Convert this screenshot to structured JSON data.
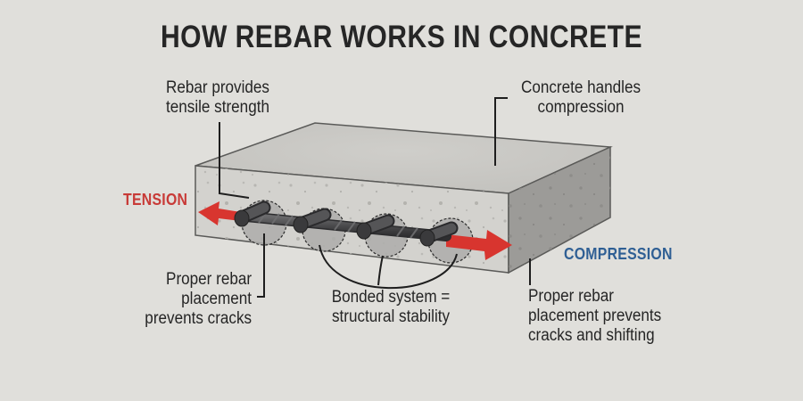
{
  "title": "HOW REBAR WORKS IN CONCRETE",
  "labels": {
    "rebar_tensile": [
      "Rebar provides",
      "tensile strength"
    ],
    "concrete_compression": [
      "Concrete handles",
      "compression"
    ],
    "placement_left": [
      "Proper rebar",
      "placement",
      "prevents cracks"
    ],
    "bonded_system": [
      "Bonded system =",
      "structural stability"
    ],
    "placement_right": [
      "Proper rebar",
      "placement prevents",
      "cracks and shifting"
    ]
  },
  "forces": {
    "tension": "TENSION",
    "compression": "COMPRESSION"
  },
  "colors": {
    "background": "#e0dfdb",
    "tension": "#c83a37",
    "compression": "#2f5f94",
    "arrow_red": "#d8352f",
    "concrete_top": "#c9c8c4",
    "concrete_front": "#d3d2ce",
    "concrete_side": "#9c9b98",
    "rebar": "#4a4a4c",
    "text": "#252525"
  },
  "diagram": {
    "rebar_bond_points": 4
  }
}
